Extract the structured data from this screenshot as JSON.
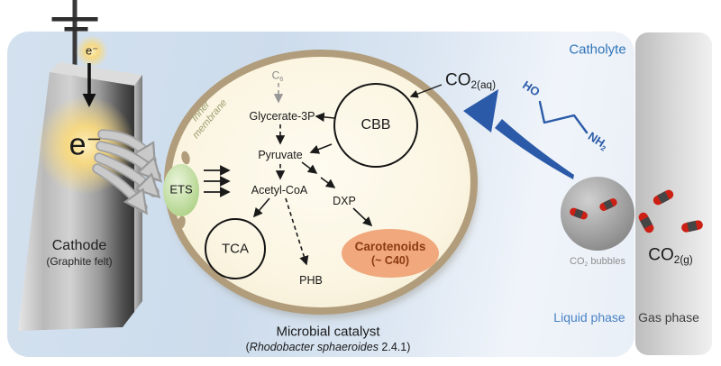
{
  "labels": {
    "catholyte": "Catholyte",
    "liquid_phase": "Liquid phase",
    "gas_phase": "Gas phase",
    "electron": "e⁻",
    "cathode_title": "Cathode",
    "cathode_subtitle": "(Graphite felt)",
    "catalyst_title": "Microbial catalyst",
    "catalyst_subtitle_prefix": "(",
    "catalyst_species": "Rhodobacter sphaeroides",
    "catalyst_strain": " 2.4.1)",
    "inner_membrane_line1": "Inner",
    "inner_membrane_line2": "membrane",
    "ets": "ETS",
    "co2_aq_pre": "CO",
    "co2_aq_sub": "2(aq)",
    "co2_gas_pre": "CO",
    "co2_gas_sub": "2(g)",
    "co2_bubbles_pre": "CO",
    "co2_bubbles_sub": "2",
    "co2_bubbles_post": " bubbles",
    "chem_ho": "HO",
    "chem_nh2_pre": "NH",
    "chem_nh2_sub": "2"
  },
  "pathway": {
    "c6_pre": "C",
    "c6_sub": "6",
    "glycerate": "Glycerate-3P",
    "pyruvate": "Pyruvate",
    "acetyl_coa": "Acetyl-CoA",
    "dxp": "DXP",
    "phb": "PHB",
    "tca": "TCA",
    "cbb": "CBB",
    "carotenoids_line1": "Carotenoids",
    "carotenoids_line2": "(~ C40)"
  },
  "colors": {
    "accent_blue": "#2b5ba8",
    "catholyte_text_blue": "#2e74b8",
    "liquid_label_blue": "#4a82c4",
    "liquid_bg": "#cfdeee",
    "gas_bg": "#d9d9d9",
    "cell_fill": "#fbf5e2",
    "membrane_tan": "#b19d7b",
    "carotenoid_fill": "#f0a87c",
    "carotenoid_text": "#8c3a12",
    "ets_green": "#b7d893",
    "glow_yellow": "#f8d97f",
    "co2_oxygen_red": "#cc2015",
    "co2_carbon_gray": "#454545",
    "inner_membrane_text": "#9b9e6e"
  }
}
